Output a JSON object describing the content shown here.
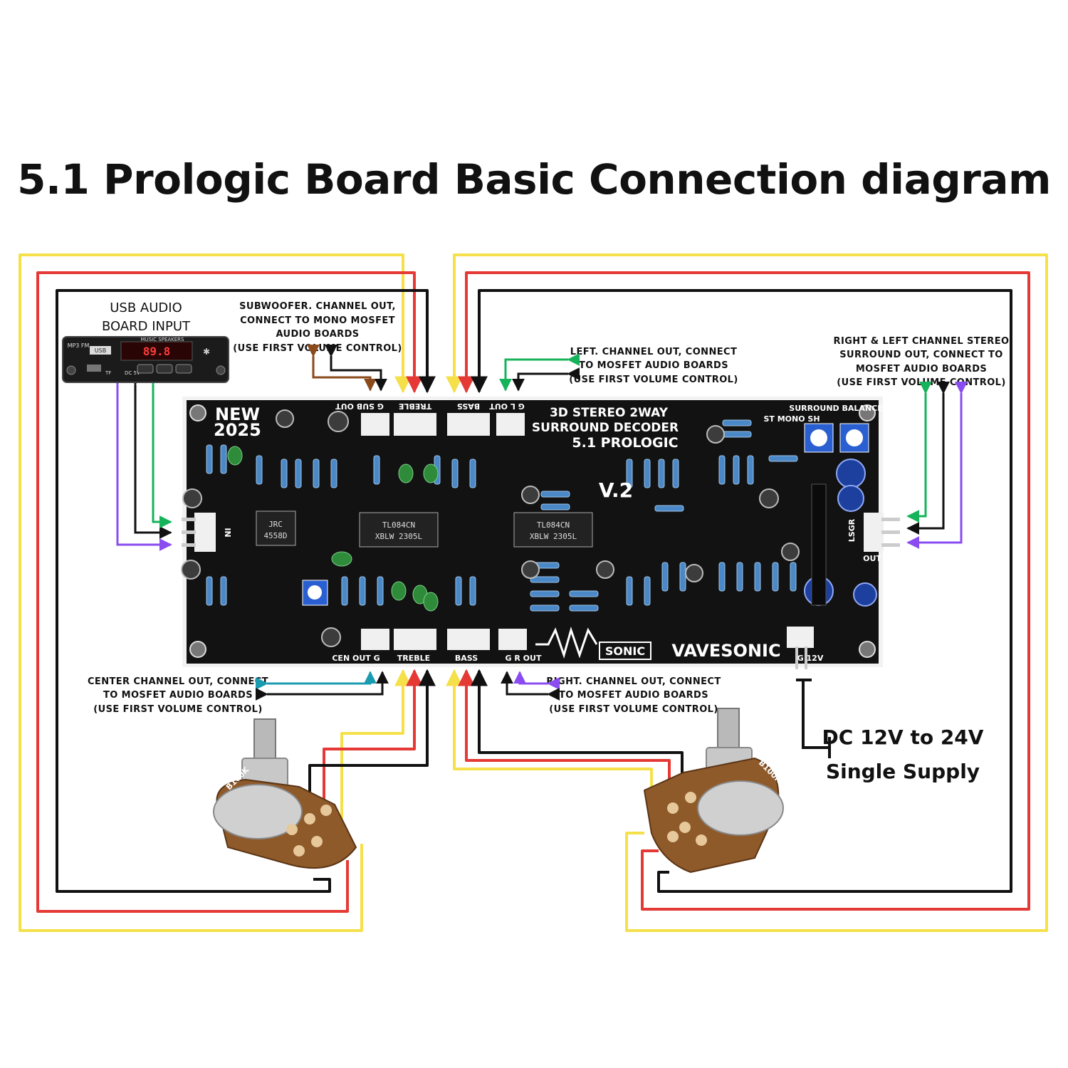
{
  "title": "5.1 Prologic Board Basic Connection diagram",
  "colors": {
    "yellow_wire": "#f5e04a",
    "red_wire": "#e53935",
    "black_wire": "#111111",
    "green_wire": "#16b35a",
    "purple_wire": "#8a4cf0",
    "brown_wire": "#8a4a1c",
    "teal_wire": "#1a9bb0",
    "pcb": "#121212"
  },
  "usb_board": {
    "label_line1": "USB AUDIO",
    "label_line2": "BOARD INPUT",
    "display": "89.8",
    "top_text": "MUSIC SPEAKERS",
    "mode_text": "MP3 FM",
    "usb_text": "USB",
    "tf_text": "TF",
    "dc_text": "DC 5V"
  },
  "annotations": {
    "subwoofer": [
      "SUBWOOFER. CHANNEL OUT,",
      "CONNECT TO MONO MOSFET",
      "AUDIO BOARDS",
      "(USE FIRST VOLUME CONTROL)"
    ],
    "left": [
      "LEFT. CHANNEL OUT, CONNECT",
      "TO MOSFET AUDIO BOARDS",
      "(USE FIRST VOLUME CONTROL)"
    ],
    "surround": [
      "RIGHT & LEFT CHANNEL STEREO",
      "SURROUND OUT, CONNECT  TO",
      "MOSFET AUDIO BOARDS",
      "(USE FIRST VOLUME CONTROL)"
    ],
    "center": [
      "CENTER CHANNEL OUT, CONNECT",
      "TO MOSFET AUDIO BOARDS",
      "(USE FIRST VOLUME CONTROL)"
    ],
    "right": [
      "RIGHT. CHANNEL OUT, CONNECT",
      "TO MOSFET AUDIO BOARDS",
      "(USE FIRST VOLUME CONTROL)"
    ]
  },
  "pcb": {
    "badge_line1": "NEW",
    "badge_line2": "2025",
    "heading_line1": "3D STEREO 2WAY",
    "heading_line2": "SURROUND DECODER",
    "heading_line3": "5.1 PROLOGIC",
    "version": "V.2",
    "brand": "VAVESONIC",
    "logo_sonic": "SONIC",
    "chip1_line1": "TL084CN",
    "chip1_line2": "XBLW  2305L",
    "chip2_line1": "TL084CN",
    "chip2_line2": "XBLW  2305L",
    "chip3_line1": "JRC",
    "chip3_line2": "4558D",
    "top_connectors": {
      "gsub_out": "G SUB OUT",
      "treble": "TREBLE",
      "bass": "BASS",
      "gl_out": "G L OUT"
    },
    "bottom_connectors": {
      "cen_out": "CEN OUT G",
      "treble": "TREBLE",
      "bass": "BASS",
      "gr_out": "G R OUT"
    },
    "in_label": "IN",
    "ls_gr_label": "LSGR",
    "out_label": "OUT",
    "st_mono_label": "ST MONO SH",
    "surround_balance": "SURROUND BALANCE",
    "power_label": "G 12V"
  },
  "supply": {
    "line1": "DC 12V to 24V",
    "line2": "Single Supply"
  },
  "pots": {
    "left_label": "B100K",
    "right_label": "B100K"
  }
}
